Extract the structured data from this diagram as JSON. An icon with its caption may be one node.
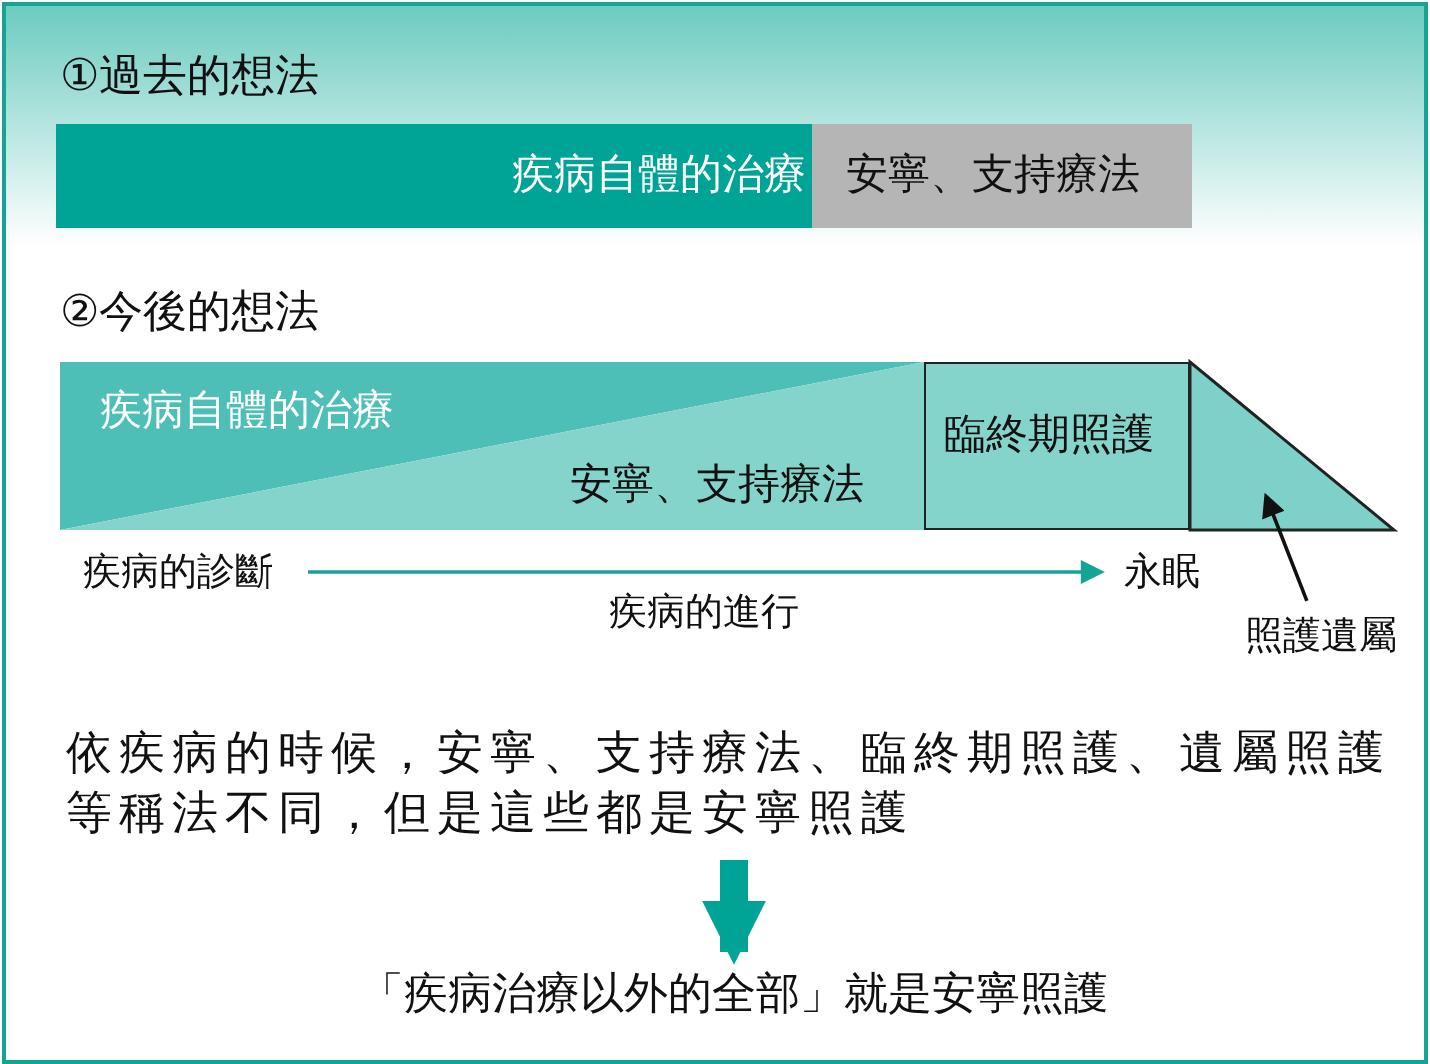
{
  "diagram": {
    "nodes": [
      {
        "text": [
          "疾病自體的治療"
        ]
      },
      {
        "text": [
          "安寧、支持療法"
        ]
      },
      {
        "text": [
          "疾病自體的治療"
        ]
      },
      {
        "text": [
          "安寧、支持療法"
        ]
      },
      {
        "text": [
          "臨終期照護"
        ]
      },
      {
        "text": [],
        "shape": "triangle"
      },
      {
        "text": [
          "照護遺屬"
        ]
      },
      {
        "text": [
          "疾病的診斷"
        ]
      },
      {
        "text": [
          "永眠"
        ]
      },
      {
        "text": [
          "依疾病的時候，安寧、支持療法、臨終期照護、遺屬照護等稱法不同，但是這些都是安寧照護"
        ]
      },
      {
        "text": [
          "「疾病治療以外的全部」就是安寧照護"
        ]
      }
    ],
    "edges": [
      {
        "from": 7,
        "to": 8,
        "arrow": "to",
        "label": "疾病的進行",
        "color": "#14a394"
      },
      {
        "from": 6,
        "to": 5,
        "arrow": "to",
        "color": "#111111"
      },
      {
        "from": 9,
        "to": 10,
        "arrow": "to",
        "style": "thick",
        "color": "#00a497"
      }
    ],
    "labels": [
      "①過去的想法",
      "②今後的想法"
    ]
  }
}
